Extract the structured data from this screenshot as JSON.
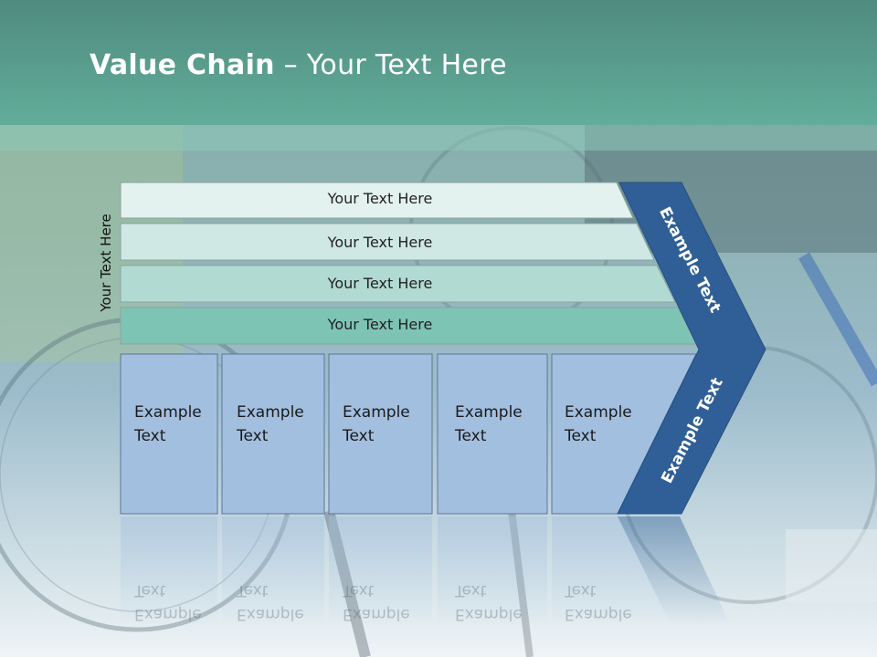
{
  "slide": {
    "title_bold": "Value Chain",
    "title_rest": " – Your Text Here",
    "vertical_label": "Your Text Here"
  },
  "bands": [
    {
      "label": "Your Text Here",
      "color": "#e3f1ef"
    },
    {
      "label": "Your Text Here",
      "color": "#cfe8e3"
    },
    {
      "label": "Your Text Here",
      "color": "#b1dbd2"
    },
    {
      "label": "Your Text Here",
      "color": "#7ec4b4"
    }
  ],
  "boxes": [
    {
      "label": "Example\nText"
    },
    {
      "label": "Example\nText"
    },
    {
      "label": "Example\nText"
    },
    {
      "label": "Example\nText"
    },
    {
      "label": "Example\nText"
    }
  ],
  "chevron": {
    "upper_label": "Example Text",
    "lower_label": "Example Text",
    "color": "#2f5f96"
  },
  "colors": {
    "header": "#5fa898",
    "box_fill": "#a3bfe0",
    "box_stroke": "#5c7696"
  }
}
